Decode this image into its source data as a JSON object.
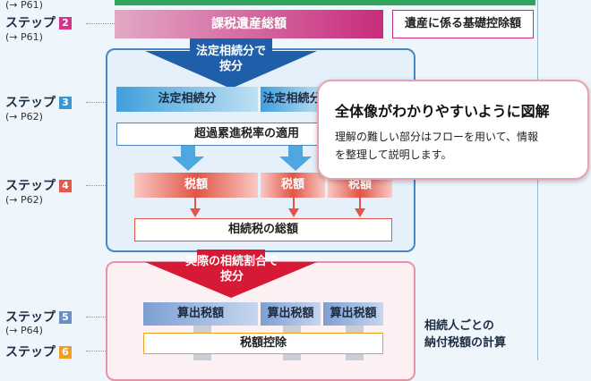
{
  "left_col": {
    "step_word": "ステップ",
    "steps": [
      {
        "num": "2",
        "ref": "(→ P61)",
        "color": "#d6338a"
      },
      {
        "num": "3",
        "ref": "(→ P62)",
        "color": "#3a97d4"
      },
      {
        "num": "4",
        "ref": "(→ P62)",
        "color": "#e8564a"
      },
      {
        "num": "5",
        "ref": "(→ P64)",
        "color": "#6b8ec7"
      },
      {
        "num": "6",
        "ref": "",
        "color": "#f0a020"
      }
    ],
    "top_ref": "(→ P61)"
  },
  "flow": {
    "taxable_estate": "課税遺産総額",
    "basic_deduction": "遺産に係る基礎控除額",
    "split_legal_line1": "法定相続分で",
    "split_legal_line2": "按分",
    "legal_share": "法定相続分",
    "legal_share_2": "法定相続分",
    "progressive_rate": "超過累進税率の適用",
    "tax_amount": "税額",
    "total_tax": "相続税の総額",
    "split_actual_line1": "実際の相続割合で",
    "split_actual_line2": "按分",
    "computed_tax": "算出税額",
    "tax_credit": "税額控除",
    "side_note_line1": "相続人ごとの",
    "side_note_line2": "納付税額の計算"
  },
  "callout": {
    "title": "全体像がわかりやすいように図解",
    "body_line1": "理解の難しい部分はフローを用いて、情報",
    "body_line2": "を整理して説明します。"
  }
}
